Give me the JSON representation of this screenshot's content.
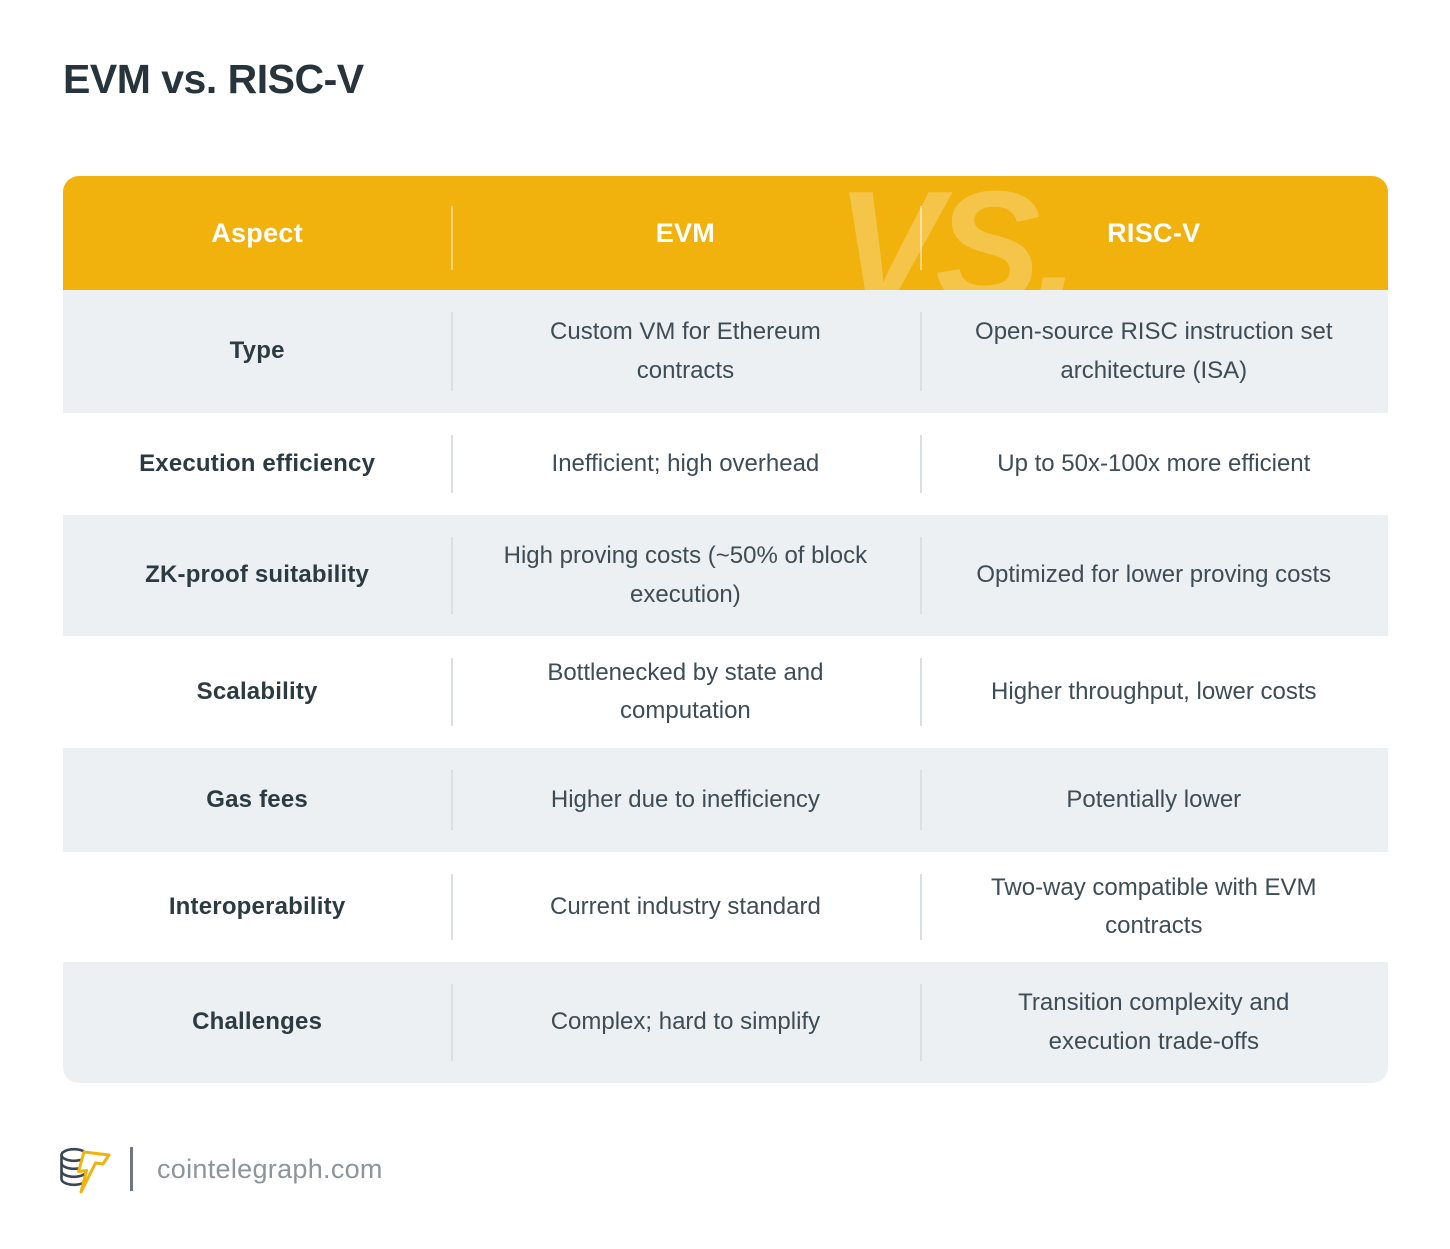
{
  "page": {
    "title": "EVM vs. RISC-V"
  },
  "table": {
    "header": {
      "aspect": "Aspect",
      "evm": "EVM",
      "riscv": "RISC-V",
      "watermark": "VS."
    },
    "rows": [
      {
        "aspect": "Type",
        "evm": "Custom VM for Ethereum contracts",
        "riscv": "Open-source RISC instruction set architecture (ISA)"
      },
      {
        "aspect": "Execution efficiency",
        "evm": "Inefficient; high overhead",
        "riscv": "Up to 50x-100x more efficient"
      },
      {
        "aspect": "ZK-proof suitability",
        "evm": "High proving costs (~50% of block execution)",
        "riscv": "Optimized for lower proving costs"
      },
      {
        "aspect": "Scalability",
        "evm": "Bottlenecked by state and computation",
        "riscv": "Higher throughput, lower costs"
      },
      {
        "aspect": "Gas fees",
        "evm": "Higher due to inefficiency",
        "riscv": "Potentially lower"
      },
      {
        "aspect": "Interoperability",
        "evm": "Current industry standard",
        "riscv": "Two-way compatible with EVM contracts"
      },
      {
        "aspect": "Challenges",
        "evm": "Complex; hard to simplify",
        "riscv": "Transition complexity and execution trade-offs"
      }
    ]
  },
  "footer": {
    "site": "cointelegraph.com",
    "logo_icon": "cointelegraph-coins-lightning-icon"
  },
  "colors": {
    "accent_yellow": "#f2b20d",
    "watermark_yellow": "#f6c84a",
    "row_shade_gray": "#ecf0f2",
    "title_text": "#28343c",
    "body_text": "#3e4c55",
    "footer_text": "#8d949b"
  }
}
